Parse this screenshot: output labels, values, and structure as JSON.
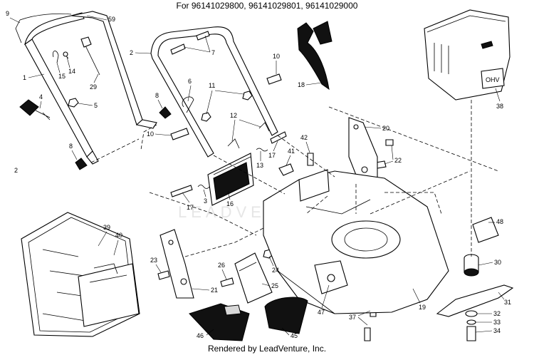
{
  "header": {
    "title": "For 96141029800, 96141029801, 96141029000"
  },
  "footer": {
    "credit": "Rendered by LeadVenture, Inc."
  },
  "watermark": {
    "text": "LEADVENTURE"
  },
  "side_mark": "2",
  "callouts": [
    "9",
    "59",
    "2",
    "7",
    "10",
    "1",
    "15",
    "14",
    "29",
    "4",
    "5",
    "8",
    "6",
    "11",
    "12",
    "10",
    "17",
    "13",
    "18",
    "20",
    "42",
    "22",
    "41",
    "38",
    "3",
    "16",
    "17",
    "8",
    "39",
    "40",
    "48",
    "23",
    "26",
    "24",
    "21",
    "25",
    "30",
    "19",
    "47",
    "31",
    "37",
    "32",
    "33",
    "34",
    "46",
    "45"
  ],
  "engine_label": "OHV"
}
